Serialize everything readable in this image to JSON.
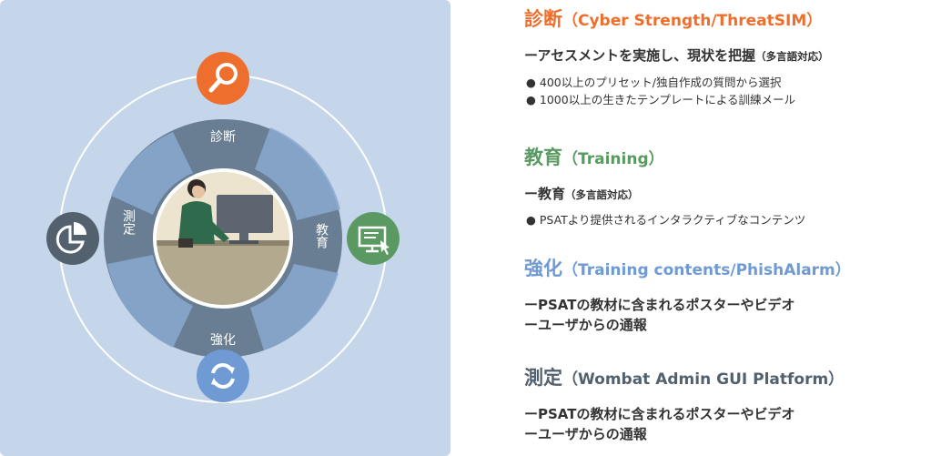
{
  "colors": {
    "panel_bg": "#c5d6ea",
    "orange": "#ee6f2d",
    "green": "#5a9a62",
    "blue": "#6f9ad3",
    "slate": "#53616f",
    "ring_dark": "#6a7e93",
    "arrow_blue": "#8aa9d0"
  },
  "diagram": {
    "ring_labels": {
      "top": "診断",
      "right": "教育",
      "bottom": "強化",
      "left": "測定"
    },
    "icons": {
      "top": "magnifier-icon",
      "right": "monitor-click-icon",
      "bottom": "refresh-icon",
      "left": "pie-chart-icon"
    }
  },
  "sections": [
    {
      "title": "診断",
      "subtitle": "（Cyber Strength/ThreatSIM）",
      "color": "#ee6f2d",
      "lead": "ーアセスメントを実施し、現状を把握",
      "lead_small": "（多言語対応）",
      "bullets": [
        "● 400以上のプリセット/独自作成の質問から選択",
        "● 1000以上の生きたテンプレートによる訓練メール"
      ]
    },
    {
      "title": "教育",
      "subtitle": "（Training）",
      "color": "#5a9a62",
      "lead": "ー教育",
      "lead_small": "（多言語対応）",
      "bullets": [
        "● PSATより提供されるインタラクティブなコンテンツ"
      ]
    },
    {
      "title": "強化",
      "subtitle": "（Training contents/PhishAlarm）",
      "color": "#6f9ad3",
      "lines": [
        "ーPSATの教材に含まれるポスターやビデオ",
        "ーユーザからの通報"
      ]
    },
    {
      "title": "測定",
      "subtitle": "（Wombat Admin GUI Platform）",
      "color": "#53616f",
      "lines": [
        "ーPSATの教材に含まれるポスターやビデオ",
        "ーユーザからの通報"
      ]
    }
  ]
}
